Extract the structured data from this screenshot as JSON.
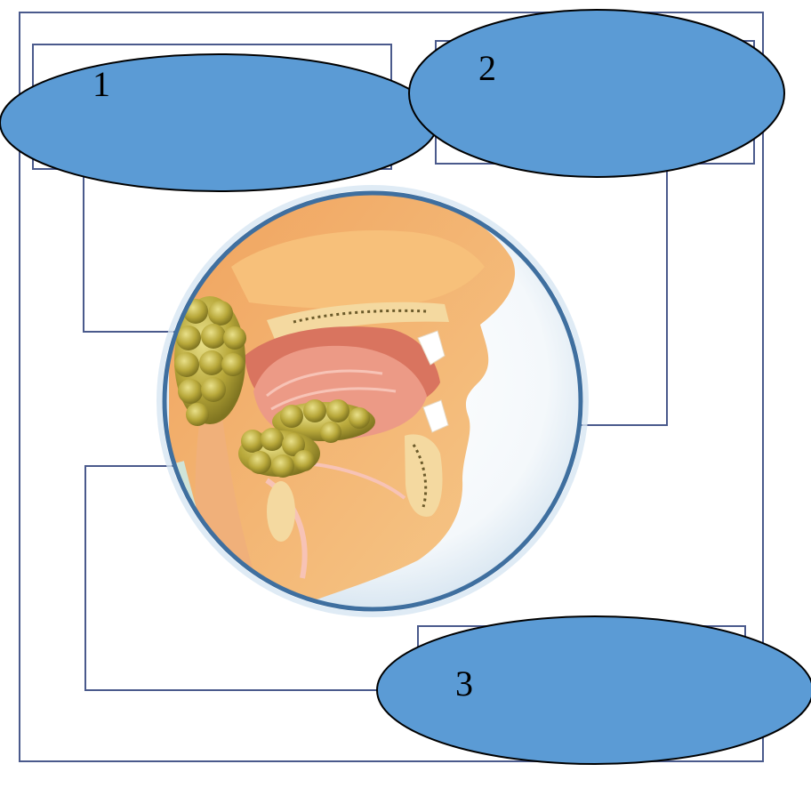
{
  "diagram": {
    "labels": [
      {
        "id": "1",
        "text": "1"
      },
      {
        "id": "2",
        "text": "2"
      },
      {
        "id": "3",
        "text": "3"
      }
    ]
  },
  "colors": {
    "frame": "#4a5a8c",
    "callout_fill": "#5b9bd5",
    "callout_stroke": "#000000",
    "lens_rim": "#3f6f9f",
    "gland": "#b8a83a",
    "tissue": "#f2a066",
    "palate": "#f4d9a0",
    "tongue": "#e98a78",
    "background": "#ffffff"
  },
  "icons": {
    "illustration": "salivary-glands-cross-section"
  }
}
